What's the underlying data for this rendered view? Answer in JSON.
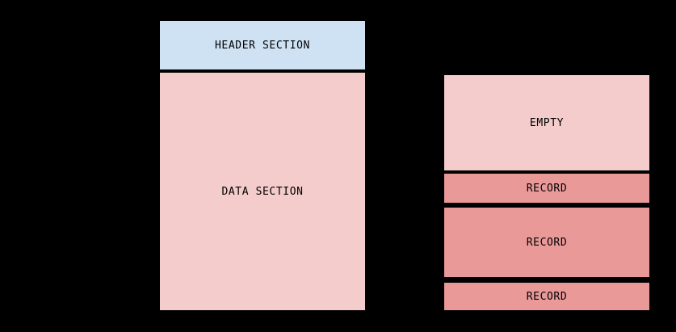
{
  "diagram": {
    "background_color": "#000000",
    "border_color": "#000000",
    "text_color": "#000000",
    "colors": {
      "header_fill": "#cfe2f3",
      "data_fill": "#f4cccc",
      "empty_fill": "#f4cccc",
      "record_fill": "#ea9999"
    },
    "left_stack": {
      "name": "page-layout",
      "blocks": [
        {
          "id": "header-section",
          "label": "HEADER SECTION",
          "fill": "#cfe2f3"
        },
        {
          "id": "data-section",
          "label": "DATA SECTION",
          "fill": "#f4cccc"
        }
      ]
    },
    "right_stack": {
      "name": "data-section-detail",
      "blocks": [
        {
          "id": "empty-block",
          "label": "EMPTY",
          "fill": "#f4cccc"
        },
        {
          "id": "record-block-1",
          "label": "RECORD",
          "fill": "#ea9999"
        },
        {
          "id": "record-block-2",
          "label": "RECORD",
          "fill": "#ea9999"
        },
        {
          "id": "record-block-3",
          "label": "RECORD",
          "fill": "#ea9999"
        }
      ]
    }
  }
}
